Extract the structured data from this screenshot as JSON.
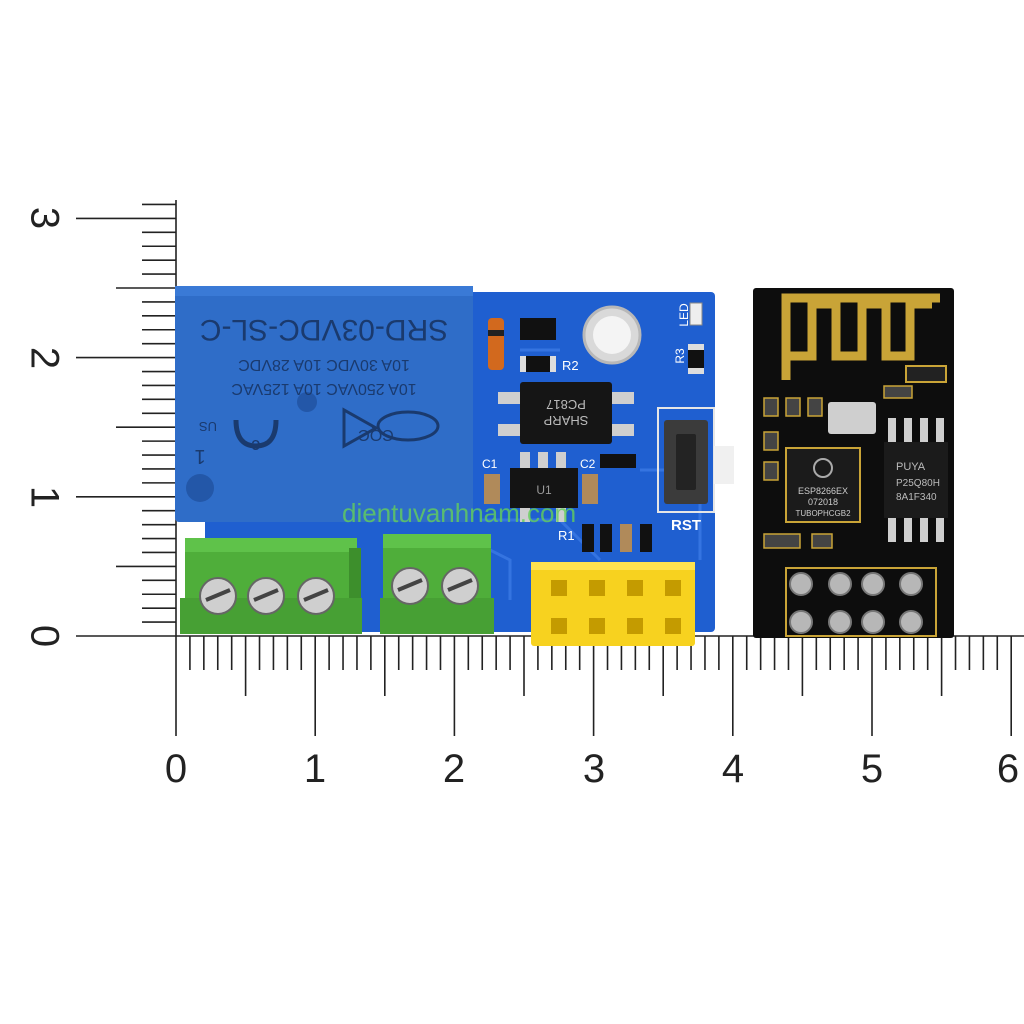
{
  "ruler": {
    "x_labels": [
      "0",
      "1",
      "2",
      "3",
      "4",
      "5",
      "6"
    ],
    "y_labels": [
      "0",
      "1",
      "2",
      "3"
    ]
  },
  "relay": {
    "model": "SRD-03VDC-SL-C",
    "rating_1": "10A 250VAC  10A 125VAC",
    "rating_2": "10A 30VDC  10A 28VDC",
    "cert_left": "c",
    "cert_us": "US",
    "cert_num": "1",
    "cqc": "CQC"
  },
  "board": {
    "led_label": "LED",
    "r3_label": "R3",
    "r2_label": "R2",
    "r1_label": "R1",
    "c1_label": "C1",
    "c2_label": "C2",
    "rst_label": "RST",
    "opto_line1": "PC817",
    "opto_line2": "SHARP",
    "regulator_text": "U1",
    "watermark": "dientuvanhnam.com"
  },
  "esp": {
    "chip_line1": "ESP8266EX",
    "chip_line2": "072018",
    "chip_line3": "TUBOPHCGB2",
    "flash_line1": "PUYA",
    "flash_line2": "P25Q80H",
    "flash_line3": "8A1F340"
  },
  "colors": {
    "board_blue": "#1f5fd0",
    "relay_blue": "#2f6dc8",
    "terminal_green": "#4fae3a",
    "header_yellow": "#f7d21f",
    "esp_black": "#0d0d0d",
    "esp_gold": "#c9a437"
  }
}
